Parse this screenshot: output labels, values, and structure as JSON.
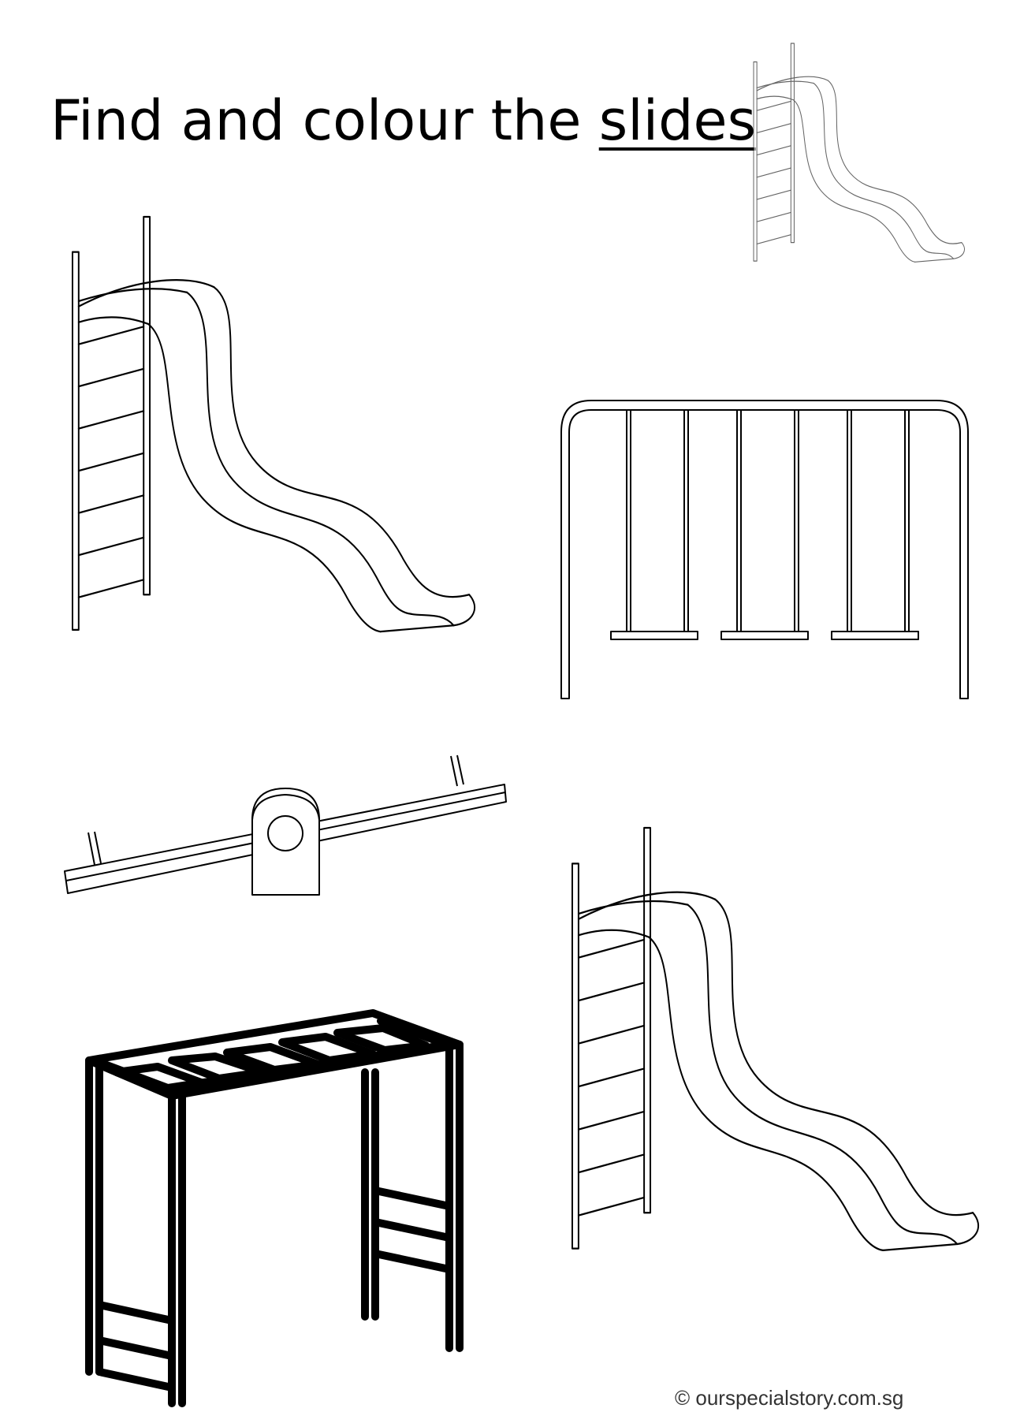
{
  "worksheet": {
    "title_prefix": "Find and colour the ",
    "title_keyword": "slides",
    "footer": "© ourspecialstory.com.sg"
  },
  "items": [
    {
      "icon": "slide-icon",
      "role": "example"
    },
    {
      "icon": "slide-icon",
      "role": "answer"
    },
    {
      "icon": "swing-set-icon",
      "role": "distractor"
    },
    {
      "icon": "seesaw-icon",
      "role": "distractor"
    },
    {
      "icon": "monkey-bars-icon",
      "role": "distractor"
    },
    {
      "icon": "slide-icon",
      "role": "answer"
    }
  ],
  "colors": {
    "ink": "#000000",
    "paper": "#ffffff",
    "footer_text": "#333333"
  }
}
